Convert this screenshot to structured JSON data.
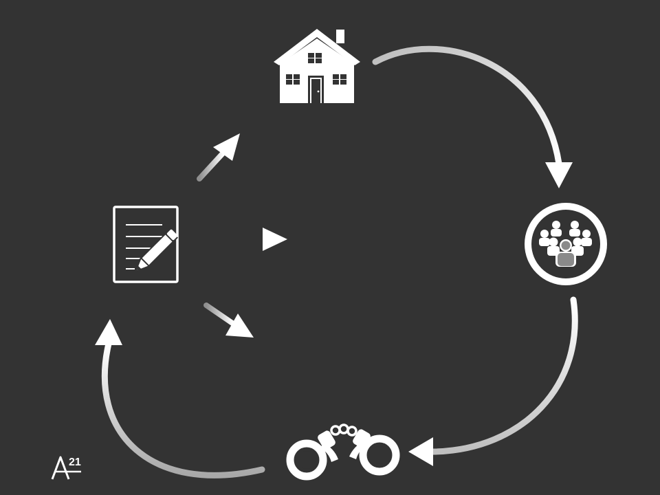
{
  "logo": {
    "letter": "A",
    "number": "21"
  },
  "colors": {
    "background": "#333333",
    "foreground": "#ffffff",
    "arrow_dim": "#9a9a9a"
  },
  "nodes": [
    {
      "id": "home",
      "icon": "house-icon"
    },
    {
      "id": "people",
      "icon": "group-people-icon"
    },
    {
      "id": "arrest",
      "icon": "handcuffs-icon"
    },
    {
      "id": "document",
      "icon": "document-pencil-icon"
    }
  ],
  "connectors": [
    {
      "from": "home",
      "to": "people"
    },
    {
      "from": "people",
      "to": "arrest"
    },
    {
      "from": "arrest",
      "to": "document"
    },
    {
      "from": "document",
      "to": "home"
    },
    {
      "from": "document",
      "to": "center"
    },
    {
      "from": "document",
      "to": "lower-center"
    }
  ]
}
